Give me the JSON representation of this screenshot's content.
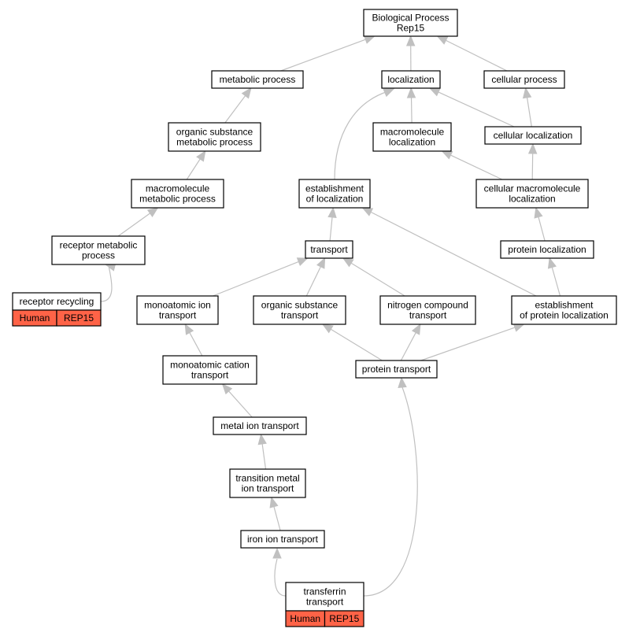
{
  "colors": {
    "annotation_fill": "#ff6347",
    "edge": "#c0c0c0",
    "node_border": "#000000"
  },
  "nodes": [
    {
      "id": "bp",
      "lines": [
        "Biological Process",
        "Rep15"
      ]
    },
    {
      "id": "metabolic",
      "lines": [
        "metabolic process"
      ]
    },
    {
      "id": "localization",
      "lines": [
        "localization"
      ]
    },
    {
      "id": "cellular",
      "lines": [
        "cellular process"
      ]
    },
    {
      "id": "orgmet",
      "lines": [
        "organic substance",
        "metabolic process"
      ]
    },
    {
      "id": "macroloc",
      "lines": [
        "macromolecule",
        "localization"
      ]
    },
    {
      "id": "cellloc",
      "lines": [
        "cellular localization"
      ]
    },
    {
      "id": "macromet",
      "lines": [
        "macromolecule",
        "metabolic process"
      ]
    },
    {
      "id": "estloc",
      "lines": [
        "establishment",
        "of localization"
      ]
    },
    {
      "id": "cellmacroloc",
      "lines": [
        "cellular macromolecule",
        "localization"
      ]
    },
    {
      "id": "recmet",
      "lines": [
        "receptor metabolic",
        "process"
      ]
    },
    {
      "id": "transport",
      "lines": [
        "transport"
      ]
    },
    {
      "id": "protloc",
      "lines": [
        "protein localization"
      ]
    },
    {
      "id": "recrec",
      "lines": [
        "receptor recycling"
      ],
      "annotations": [
        "Human",
        "REP15"
      ]
    },
    {
      "id": "ionmono",
      "lines": [
        "monoatomic ion",
        "transport"
      ]
    },
    {
      "id": "orgtrans",
      "lines": [
        "organic substance",
        "transport"
      ]
    },
    {
      "id": "nitro",
      "lines": [
        "nitrogen compound",
        "transport"
      ]
    },
    {
      "id": "estprot",
      "lines": [
        "establishment",
        "of protein localization"
      ]
    },
    {
      "id": "cation",
      "lines": [
        "monoatomic cation",
        "transport"
      ]
    },
    {
      "id": "prottrans",
      "lines": [
        "protein transport"
      ]
    },
    {
      "id": "metalion",
      "lines": [
        "metal ion transport"
      ]
    },
    {
      "id": "transmetal",
      "lines": [
        "transition metal",
        "ion transport"
      ]
    },
    {
      "id": "ironion",
      "lines": [
        "iron ion transport"
      ]
    },
    {
      "id": "transferrin",
      "lines": [
        "transferrin",
        "transport"
      ],
      "annotations": [
        "Human",
        "REP15"
      ]
    }
  ],
  "edges": [
    [
      "metabolic",
      "bp"
    ],
    [
      "localization",
      "bp"
    ],
    [
      "cellular",
      "bp"
    ],
    [
      "orgmet",
      "metabolic"
    ],
    [
      "macromet",
      "orgmet"
    ],
    [
      "recmet",
      "macromet"
    ],
    [
      "recrec",
      "recmet"
    ],
    [
      "estloc",
      "localization"
    ],
    [
      "macroloc",
      "localization"
    ],
    [
      "cellloc",
      "localization"
    ],
    [
      "cellloc",
      "cellular"
    ],
    [
      "cellmacroloc",
      "cellloc"
    ],
    [
      "cellmacroloc",
      "macroloc"
    ],
    [
      "protloc",
      "cellmacroloc"
    ],
    [
      "estprot",
      "protloc"
    ],
    [
      "estprot",
      "estloc"
    ],
    [
      "transport",
      "estloc"
    ],
    [
      "ionmono",
      "transport"
    ],
    [
      "orgtrans",
      "transport"
    ],
    [
      "nitro",
      "transport"
    ],
    [
      "cation",
      "ionmono"
    ],
    [
      "metalion",
      "cation"
    ],
    [
      "transmetal",
      "metalion"
    ],
    [
      "ironion",
      "transmetal"
    ],
    [
      "transferrin",
      "ironion"
    ],
    [
      "prottrans",
      "orgtrans"
    ],
    [
      "prottrans",
      "nitro"
    ],
    [
      "prottrans",
      "estprot"
    ],
    [
      "transferrin",
      "prottrans"
    ]
  ]
}
